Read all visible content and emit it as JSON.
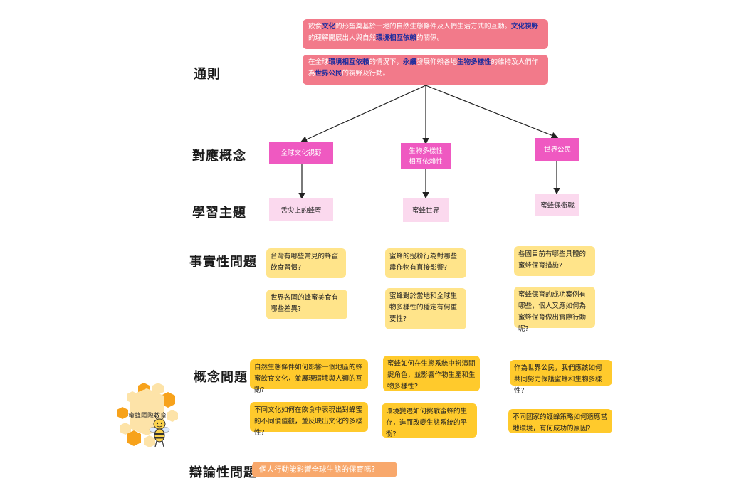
{
  "rows": {
    "generalization": "通則",
    "related_concept": "對應概念",
    "learning_topic": "學習主題",
    "factual": "事實性問題",
    "conceptual": "概念問題",
    "debatable": "辯論性問題"
  },
  "generalizations": {
    "g1": {
      "p1": "飲食",
      "p2": "文化",
      "p3": "的形塑奠基於一地的自然生態條件及人們生活方式的互動。",
      "p4": "文化視野",
      "p5": "的理解開展出人與自然",
      "p6": "環境相互依賴",
      "p7": "的關係。"
    },
    "g2": {
      "p1": "在全球",
      "p2": "環境相互依賴",
      "p3": "的情況下，",
      "p4": "永續",
      "p5": "發展仰賴各地",
      "p6": "生物多樣性",
      "p7": "的維持及人們作為",
      "p8": "世界公民",
      "p9": "的視野及行動。"
    }
  },
  "concepts": [
    {
      "label": "全球文化視野"
    },
    {
      "line1": "生物多樣性",
      "line2": "相互依賴性"
    },
    {
      "label": "世界公民"
    }
  ],
  "topics": [
    "舌尖上的蜂蜜",
    "蜜蜂世界",
    "蜜蜂保衛戰"
  ],
  "factual_questions": [
    [
      "台灣有哪些常見的蜂蜜飲食習慣?",
      "世界各國的蜂蜜美食有哪些差異?"
    ],
    [
      "蜜蜂的授粉行為對哪些農作物有直接影響?",
      "蜜蜂對於當地和全球生物多樣性的穩定有何重要性?"
    ],
    [
      "各國目前有哪些具體的蜜蜂保育措施?",
      "蜜蜂保育的成功案例有哪些，個人又應如何為蜜蜂保育做出實際行動呢?"
    ]
  ],
  "conceptual_questions": [
    [
      "自然生態條件如何影響一個地區的蜂蜜飲食文化，並展現環境與人類的互動?",
      "不同文化如何在飲食中表現出對蜂蜜的不同價值觀，並反映出文化的多樣性?"
    ],
    [
      "蜜蜂如何在生態系統中扮演關鍵角色，並影響作物生產和生物多樣性?",
      "環境變遷如何挑戰蜜蜂的生存，進而改變生態系統的平衡?"
    ],
    [
      "作為世界公民，我們應該如何共同努力保護蜜蜂和生物多樣性?",
      "不同國家的護蜂策略如何適應當地環境，有何成功的原因?"
    ]
  ],
  "debatable_question": "個人行動能影響全球生態的保育嗎?",
  "logo": {
    "text": "蜜蜂國際教育"
  },
  "colors": {
    "generalization": "#f27a8a",
    "concept": "#ef59c1",
    "topic": "#fbd9ee",
    "question_light": "#ffe48a",
    "question_dark": "#ffca2c",
    "debate": "#f8a86c",
    "hex_orange": "#f7a21b",
    "hex_light": "#fde3a8"
  }
}
